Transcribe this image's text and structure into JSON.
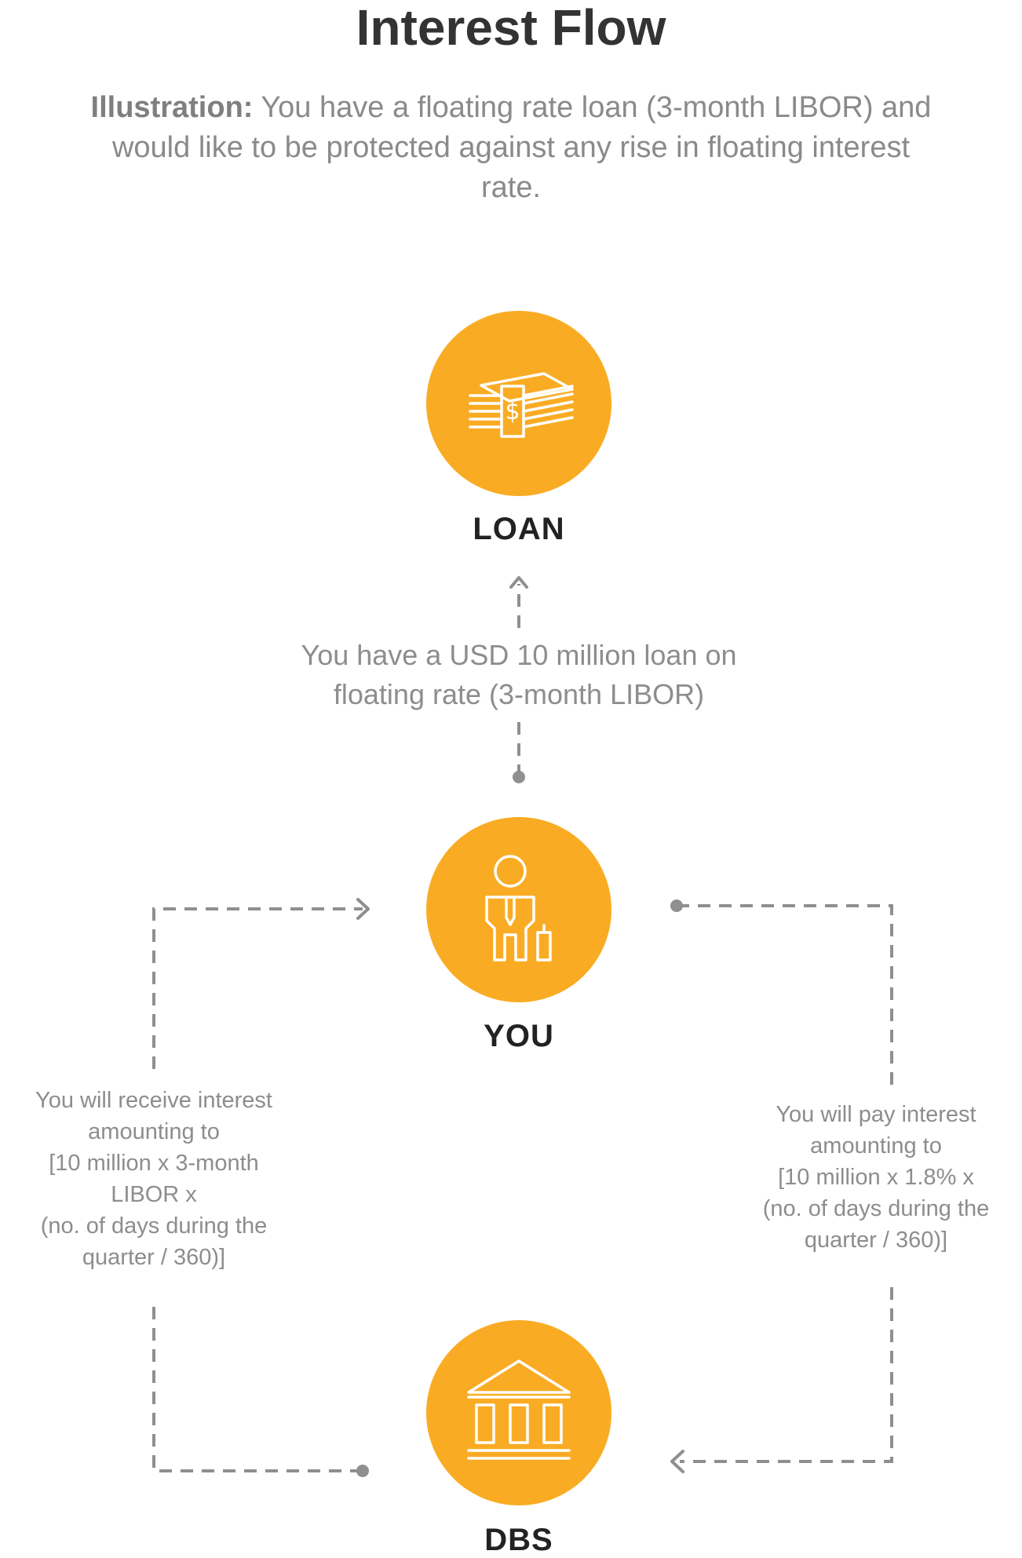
{
  "title": "Interest Flow",
  "intro": {
    "lead": "Illustration:",
    "lines": [
      "You have a floating rate loan (3-month LIBOR) and",
      "would like to be protected against any rise in floating interest rate."
    ]
  },
  "nodes": {
    "loan": {
      "label": "LOAN",
      "icon": "money-stack-icon"
    },
    "you": {
      "label": "YOU",
      "icon": "person-icon"
    },
    "dbs": {
      "label": "DBS",
      "icon": "bank-icon"
    }
  },
  "notes": {
    "loan_link": [
      "You have a USD 10 million loan on",
      "floating rate (3-month LIBOR)"
    ],
    "receive": [
      "You will receive interest",
      "amounting to",
      "[10 million x 3-month",
      "LIBOR x",
      "(no. of days during the",
      "quarter / 360)]"
    ],
    "pay": [
      "You will pay interest",
      "amounting to",
      "[10 million x 1.8% x",
      "(no. of days during the",
      "quarter / 360)]"
    ]
  },
  "colors": {
    "node_fill": "#f9ac23",
    "icon_stroke": "#ffffff",
    "connector": "#8f8f8f",
    "title": "#333333",
    "text": "#8d8d8d"
  }
}
